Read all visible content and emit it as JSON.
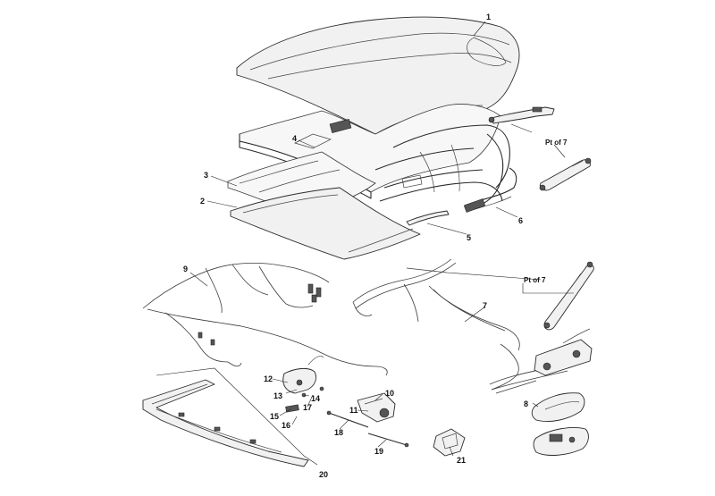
{
  "labels": {
    "p1": "1",
    "p2": "2",
    "p3": "3",
    "p4": "4",
    "p5": "5",
    "p6": "6",
    "p7": "7",
    "p8": "8",
    "p9": "9",
    "p10": "10",
    "p11": "11",
    "p12": "12",
    "p13": "13",
    "p14": "14",
    "p15": "15",
    "p16": "16",
    "p17": "17",
    "p18": "18",
    "p19": "19",
    "p20": "20",
    "p21": "21",
    "pt_of_7_upper": "Pt of 7",
    "pt_of_7_lower": "Pt of 7"
  }
}
